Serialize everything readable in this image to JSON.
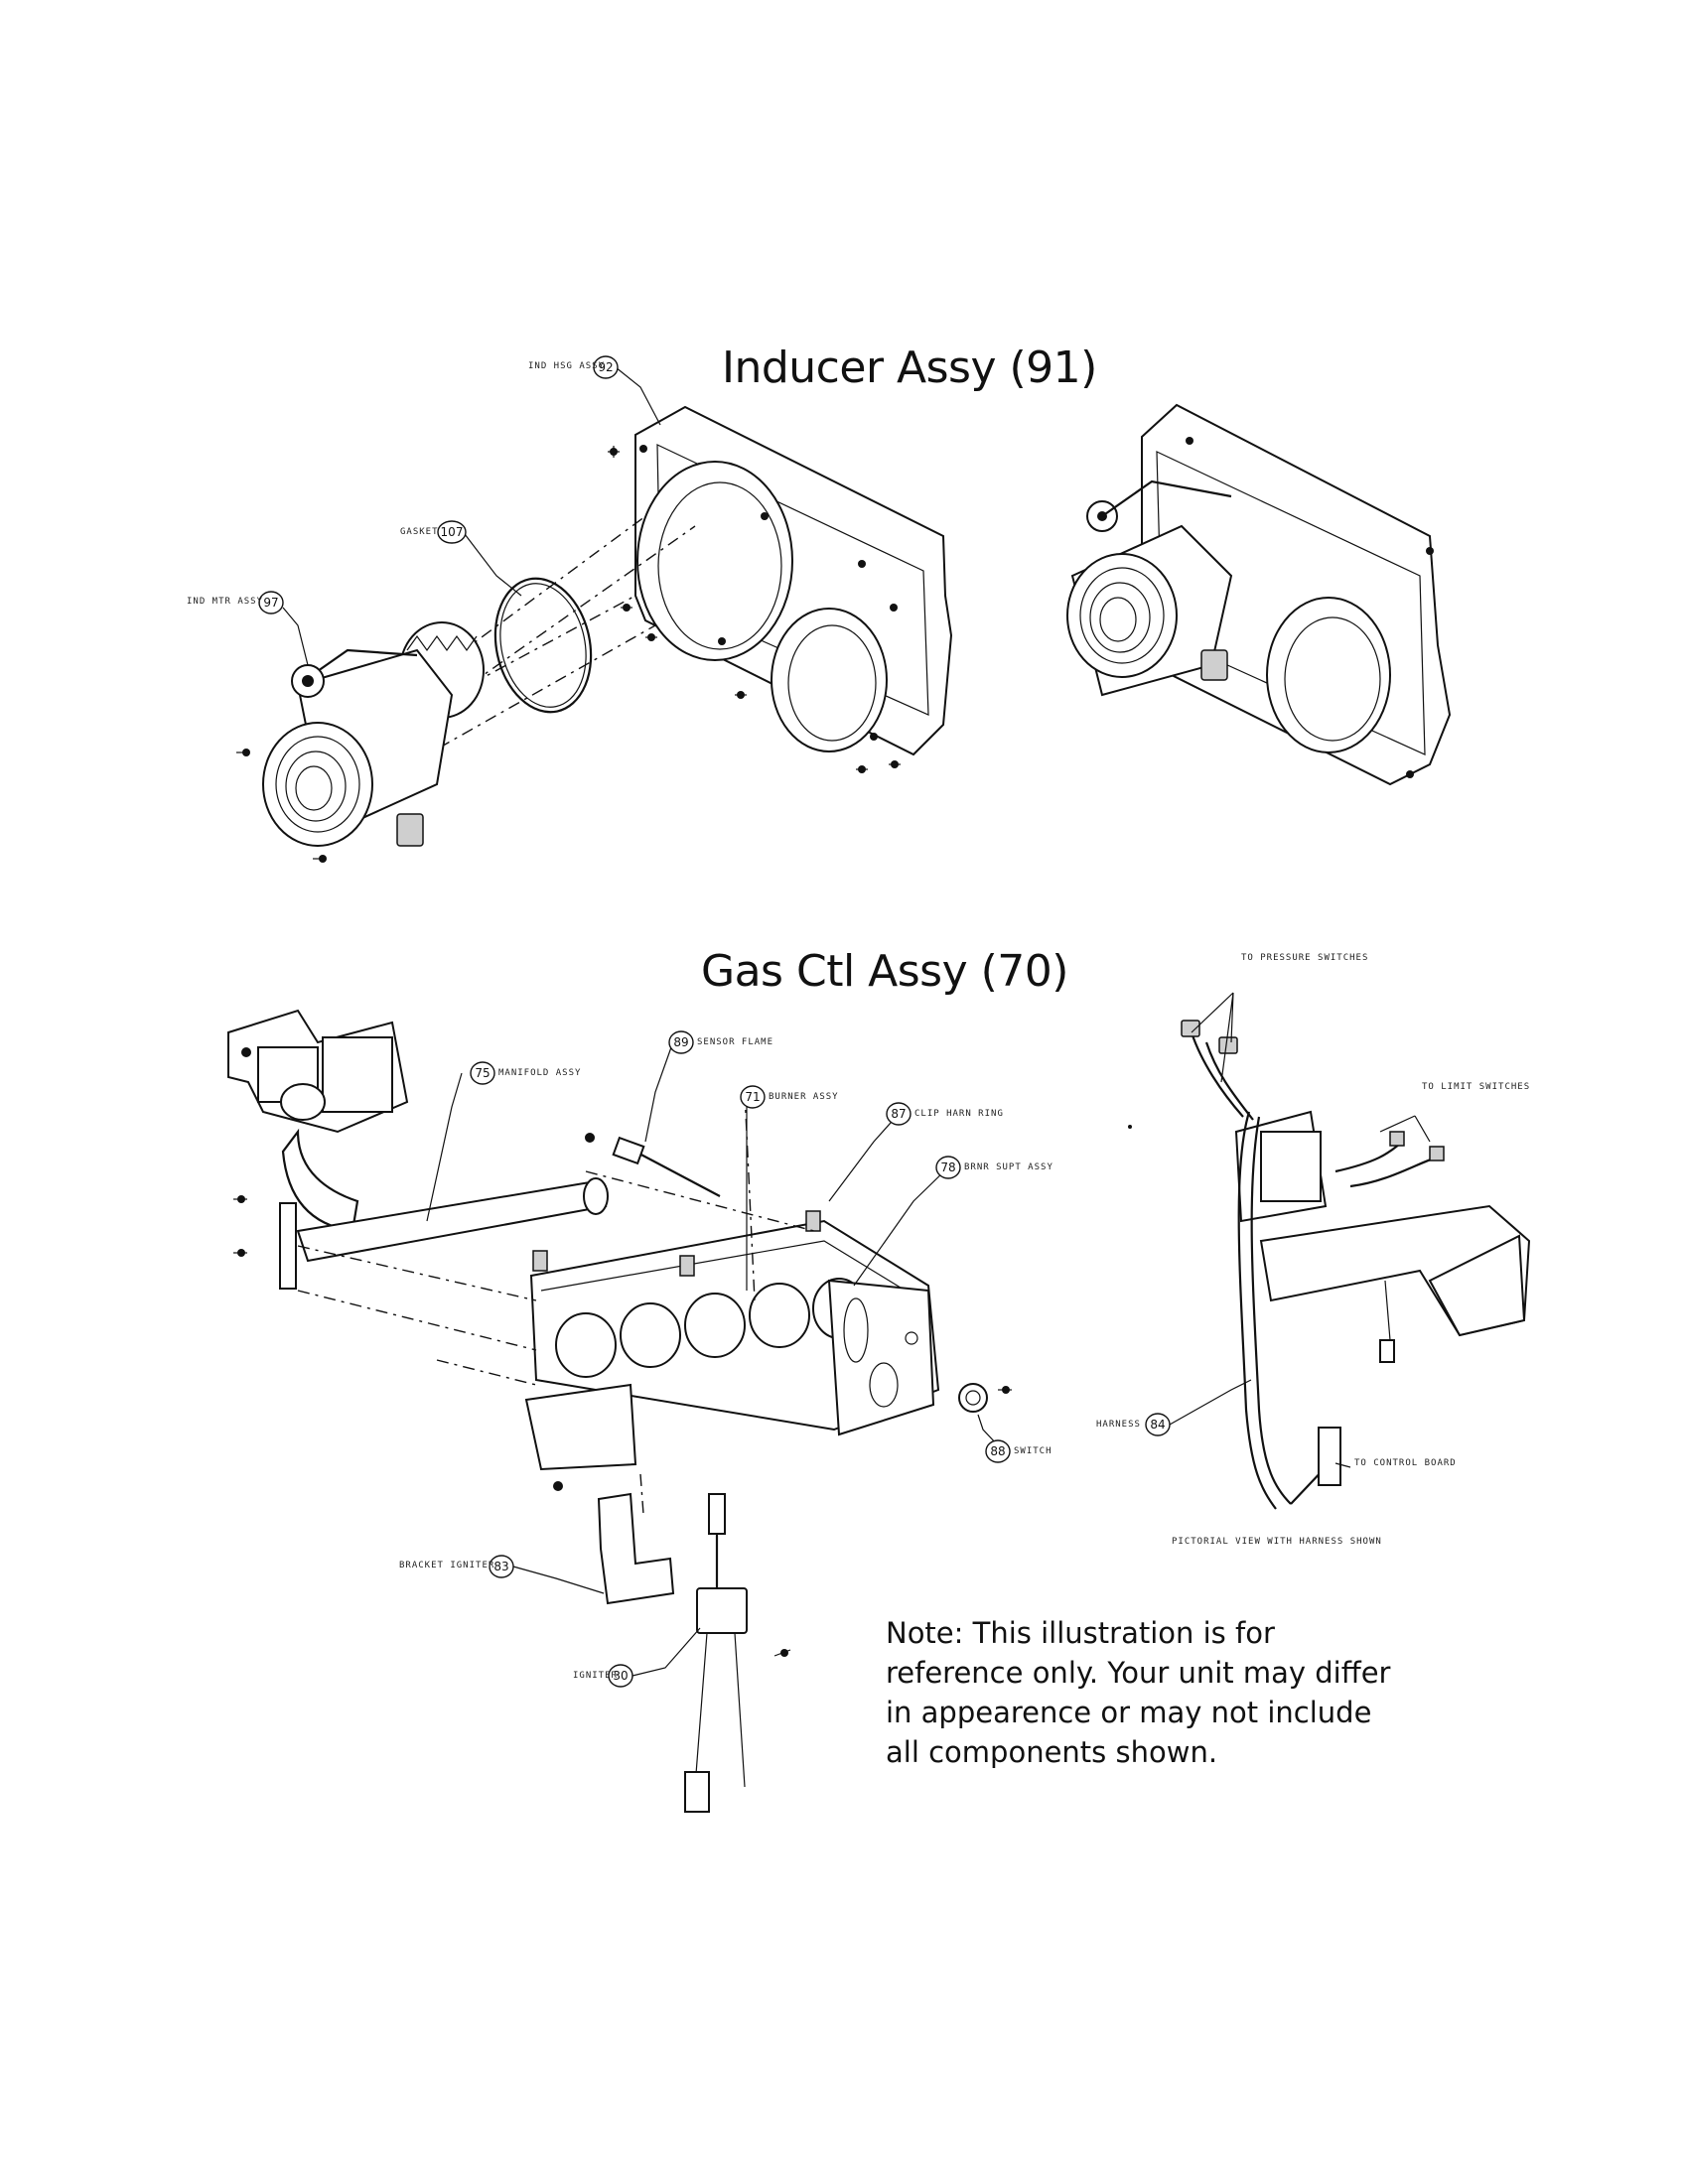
{
  "titles": {
    "inducer": "Inducer Assy (91)",
    "gas_control": "Gas Ctl Assy (70)"
  },
  "callouts": {
    "ind_hsg_assy": {
      "label": "IND HSG ASSY",
      "number": "92"
    },
    "gasket": {
      "label": "GASKET",
      "number": "107"
    },
    "ind_mtr_assy": {
      "label": "IND MTR ASSY",
      "number": "97"
    },
    "manifold_assy": {
      "label": "MANIFOLD ASSY",
      "number": "75"
    },
    "sensor_flame": {
      "label": "SENSOR FLAME",
      "number": "89"
    },
    "burner_assy": {
      "label": "BURNER ASSY",
      "number": "71"
    },
    "clip_harn_ring": {
      "label": "CLIP HARN RING",
      "number": "87"
    },
    "brnr_supt_assy": {
      "label": "BRNR SUPT ASSY",
      "number": "78"
    },
    "switch": {
      "label": "SWITCH",
      "number": "88"
    },
    "bracket_igniter": {
      "label": "BRACKET IGNITER",
      "number": "83"
    },
    "igniter": {
      "label": "IGNITER",
      "number": "30"
    },
    "harness": {
      "label": "HARNESS",
      "number": "84"
    }
  },
  "pictorial": {
    "to_pressure_switches": "TO PRESSURE SWITCHES",
    "to_limit_switches": "TO LIMIT SWITCHES",
    "to_control_board": "TO CONTROL BOARD",
    "caption": "PICTORIAL VIEW WITH HARNESS SHOWN"
  },
  "note": "Note: This illustration is for reference only. Your unit may differ in appearence or may not include all components shown."
}
